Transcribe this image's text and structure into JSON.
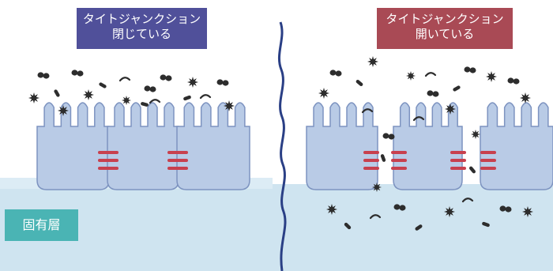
{
  "panels": {
    "closed": {
      "title_line1": "タイトジャンクション",
      "title_line2": "閉じている",
      "box_color": "#50509a"
    },
    "open": {
      "title_line1": "タイトジャンクション",
      "title_line2": "開いている",
      "box_color": "#a94a55"
    }
  },
  "lamina_label": "固有層",
  "colors": {
    "cell_fill": "#b9cbe6",
    "cell_stroke": "#7d93c0",
    "junction": "#c8404e",
    "lamina": "#cfe4f0",
    "lamina_label_bg": "#4ab4b4",
    "divider": "#2a3f85",
    "particle": "#2d2d2d"
  },
  "particle_shapes": [
    "spiky-germ-icon",
    "double-dot-icon",
    "rod-bacteria-icon",
    "curved-bacteria-icon"
  ]
}
